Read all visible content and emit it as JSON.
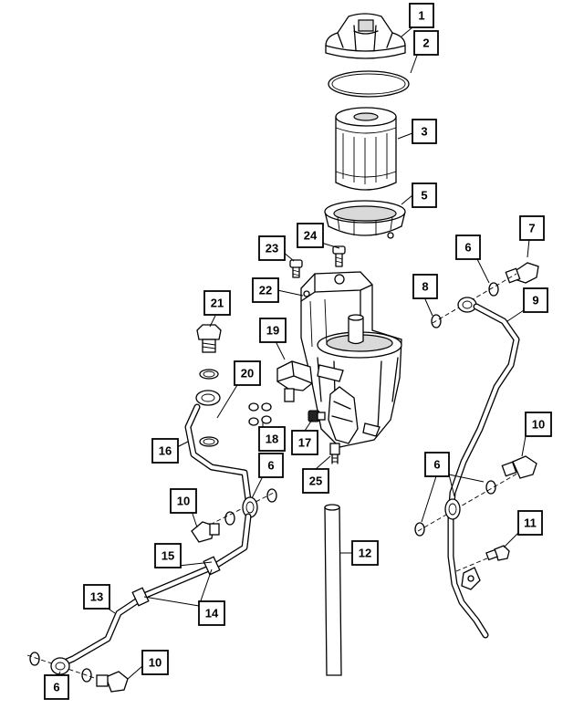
{
  "callouts": [
    {
      "id": "c1",
      "label": "1"
    },
    {
      "id": "c2",
      "label": "2"
    },
    {
      "id": "c3",
      "label": "3"
    },
    {
      "id": "c5",
      "label": "5"
    },
    {
      "id": "c24",
      "label": "24"
    },
    {
      "id": "c23",
      "label": "23"
    },
    {
      "id": "c22",
      "label": "22"
    },
    {
      "id": "c21",
      "label": "21"
    },
    {
      "id": "c19",
      "label": "19"
    },
    {
      "id": "c20",
      "label": "20"
    },
    {
      "id": "c18",
      "label": "18"
    },
    {
      "id": "c17",
      "label": "17"
    },
    {
      "id": "c16",
      "label": "16"
    },
    {
      "id": "c25",
      "label": "25"
    },
    {
      "id": "c6a",
      "label": "6"
    },
    {
      "id": "c10a",
      "label": "10"
    },
    {
      "id": "c15",
      "label": "15"
    },
    {
      "id": "c13",
      "label": "13"
    },
    {
      "id": "c14",
      "label": "14"
    },
    {
      "id": "c10b",
      "label": "10"
    },
    {
      "id": "c6b",
      "label": "6"
    },
    {
      "id": "c12",
      "label": "12"
    },
    {
      "id": "c7",
      "label": "7"
    },
    {
      "id": "c6c",
      "label": "6"
    },
    {
      "id": "c8",
      "label": "8"
    },
    {
      "id": "c9",
      "label": "9"
    },
    {
      "id": "c10c",
      "label": "10"
    },
    {
      "id": "c6d",
      "label": "6"
    },
    {
      "id": "c11",
      "label": "11"
    }
  ]
}
